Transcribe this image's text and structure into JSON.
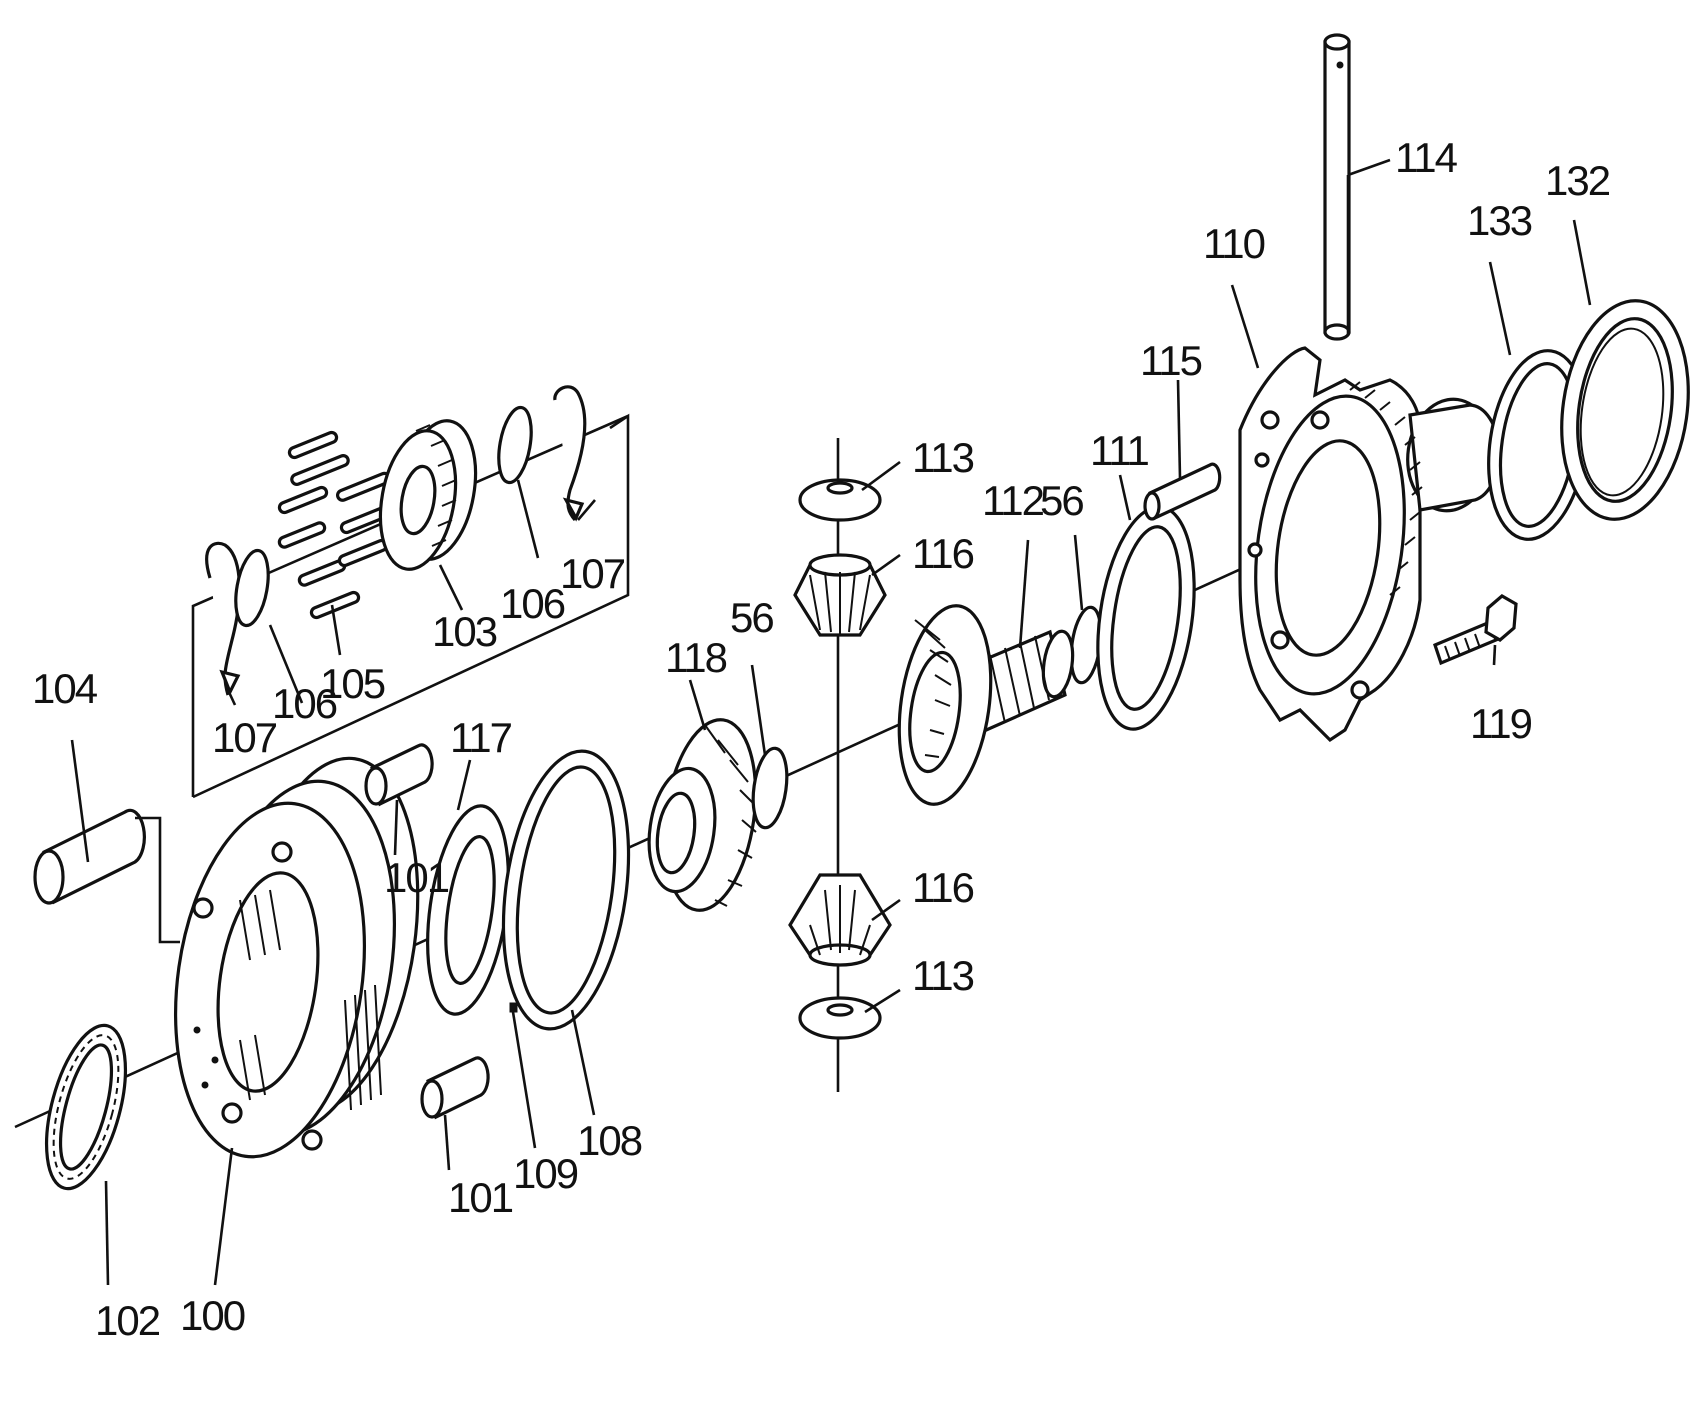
{
  "parts": {
    "p100": "100",
    "p101a": "101",
    "p101b": "101",
    "p102": "102",
    "p103": "103",
    "p104": "104",
    "p105": "105",
    "p106a": "106",
    "p106b": "106",
    "p107a": "107",
    "p107b": "107",
    "p108": "108",
    "p109": "109",
    "p110": "110",
    "p111": "111",
    "p112": "112",
    "p113a": "113",
    "p113b": "113",
    "p114": "114",
    "p115": "115",
    "p116a": "116",
    "p116b": "116",
    "p117": "117",
    "p118": "118",
    "p119": "119",
    "p132": "132",
    "p133": "133",
    "p56a": "56",
    "p56b": "56"
  }
}
